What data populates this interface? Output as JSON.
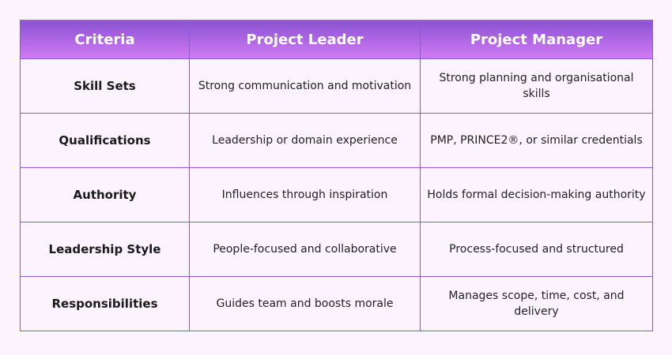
{
  "headers": [
    "Criteria",
    "Project Leader",
    "Project Manager"
  ],
  "rows": [
    {
      "criteria": "Skill Sets",
      "leader": "Strong communication and motivation",
      "manager": "Strong planning and organisational skills"
    },
    {
      "criteria": "Qualifications",
      "leader": "Leadership or domain experience",
      "manager": "PMP, PRINCE2®, or similar credentials"
    },
    {
      "criteria": "Authority",
      "leader": "Influences through inspiration",
      "manager": "Holds formal decision-making authority"
    },
    {
      "criteria": "Leadership Style",
      "leader": "People-focused and collaborative",
      "manager": "Process-focused and structured"
    },
    {
      "criteria": "Responsibilities",
      "leader": "Guides team and boosts morale",
      "manager": "Manages scope, time, cost, and delivery"
    }
  ],
  "colors": {
    "accent_top": "#8a52d4",
    "accent_bottom": "#d27cf2",
    "border": "#8a5ad6",
    "background": "#fbf3fd"
  }
}
